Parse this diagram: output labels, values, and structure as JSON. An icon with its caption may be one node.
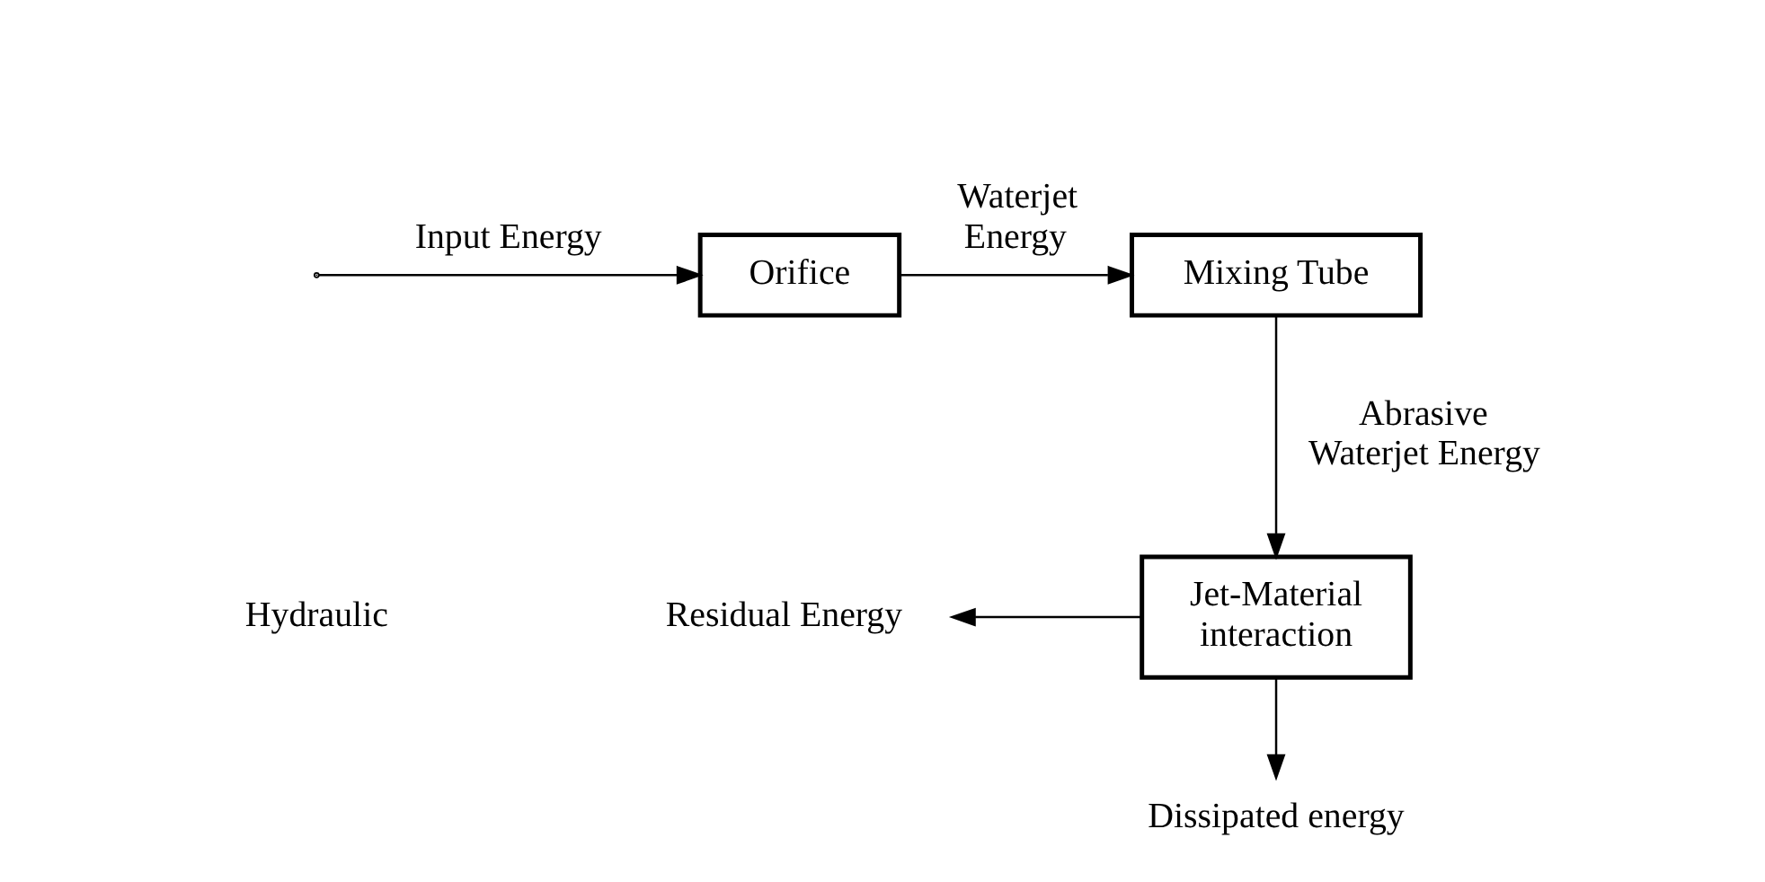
{
  "diagram": {
    "nodes": [
      {
        "text": [
          "Orifice"
        ]
      },
      {
        "text": [
          "Mixing Tube"
        ]
      },
      {
        "text": [
          "Jet-Material interaction"
        ]
      },
      {
        "text": [
          "Residual Energy"
        ]
      },
      {
        "text": [
          "Dissipated energy"
        ]
      }
    ],
    "edges": [
      {
        "from": null,
        "to": 0,
        "arrow": "to",
        "label": "Input Energy"
      },
      {
        "from": 0,
        "to": 1,
        "arrow": "to",
        "label": "Waterjet Energy"
      },
      {
        "from": 1,
        "to": 2,
        "arrow": "to",
        "label": "Abrasive Waterjet Energy"
      },
      {
        "from": 2,
        "to": 3,
        "arrow": "to"
      },
      {
        "from": 2,
        "to": 4,
        "arrow": "to"
      }
    ],
    "labels": [
      "Hydraulic"
    ]
  }
}
